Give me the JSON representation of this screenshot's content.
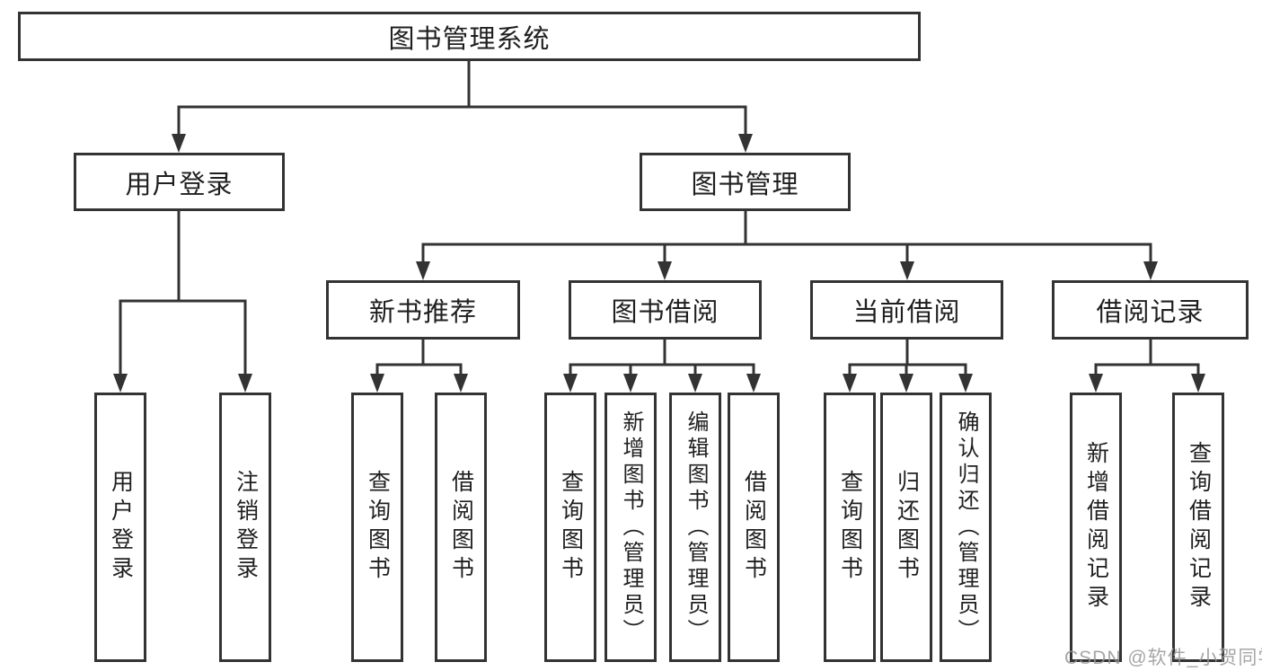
{
  "diagram": {
    "root": {
      "label": "图书管理系统"
    },
    "level2": [
      {
        "label": "用户登录"
      },
      {
        "label": "图书管理"
      }
    ],
    "level3": [
      {
        "label": "新书推荐"
      },
      {
        "label": "图书借阅"
      },
      {
        "label": "当前借阅"
      },
      {
        "label": "借阅记录"
      }
    ],
    "leaves": [
      {
        "label": "用户登录"
      },
      {
        "label": "注销登录"
      },
      {
        "label": "查询图书"
      },
      {
        "label": "借阅图书"
      },
      {
        "label": "查询图书"
      },
      {
        "label": "新增图书（管理员）"
      },
      {
        "label": "编辑图书（管理员）"
      },
      {
        "label": "借阅图书"
      },
      {
        "label": "查询图书"
      },
      {
        "label": "归还图书"
      },
      {
        "label": "确认归还（管理员）"
      },
      {
        "label": "新增借阅记录"
      },
      {
        "label": "查询借阅记录"
      }
    ],
    "watermark": "CSDN @软件_小贺同学",
    "colors": {
      "line": "#333333",
      "text": "#1f1f1f",
      "box_background": "#ffffff",
      "watermark": "#969696"
    }
  }
}
